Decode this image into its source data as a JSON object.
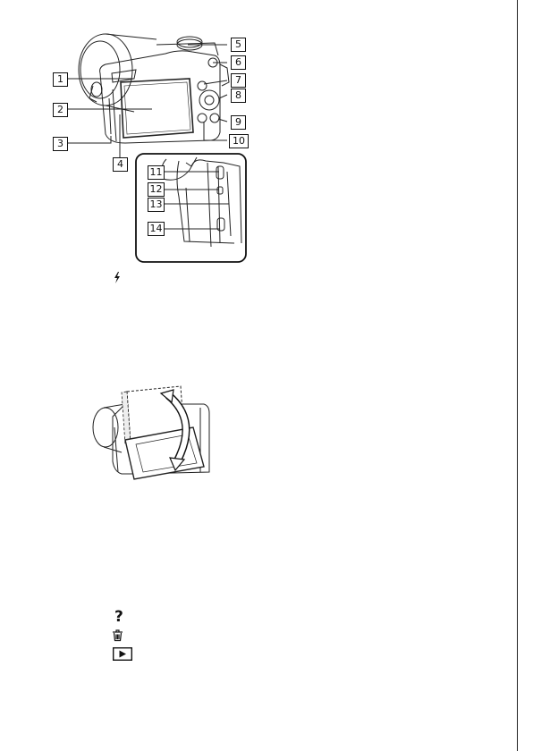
{
  "callouts": [
    "1",
    "2",
    "3",
    "4",
    "5",
    "6",
    "7",
    "8",
    "9",
    "10",
    "11",
    "12",
    "13",
    "14"
  ],
  "symbols": {
    "flash": "flash-icon",
    "help": "?",
    "trash": "trash-icon",
    "playback": "playback-icon"
  }
}
